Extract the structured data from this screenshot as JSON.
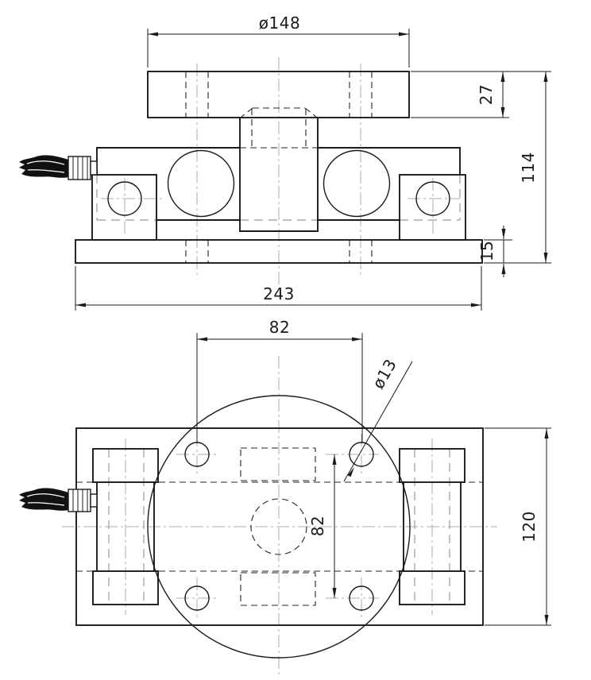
{
  "drawing": {
    "colors": {
      "outline": "#1b1b1b",
      "centerline": "#aeaeae",
      "hidden": "#252525",
      "hidden_gray": "#9b9b9b",
      "background": "#ffffff"
    },
    "front": {
      "top_plate_diameter": "ø148",
      "top_plate_thickness": "27",
      "overall_height": "114",
      "base_plate_thickness": "15",
      "overall_length": "243"
    },
    "plan": {
      "bolt_spacing_horizontal": "82",
      "bolt_spacing_vertical": "82",
      "bolt_hole_diameter": "ø13",
      "base_plate_width": "120"
    }
  }
}
